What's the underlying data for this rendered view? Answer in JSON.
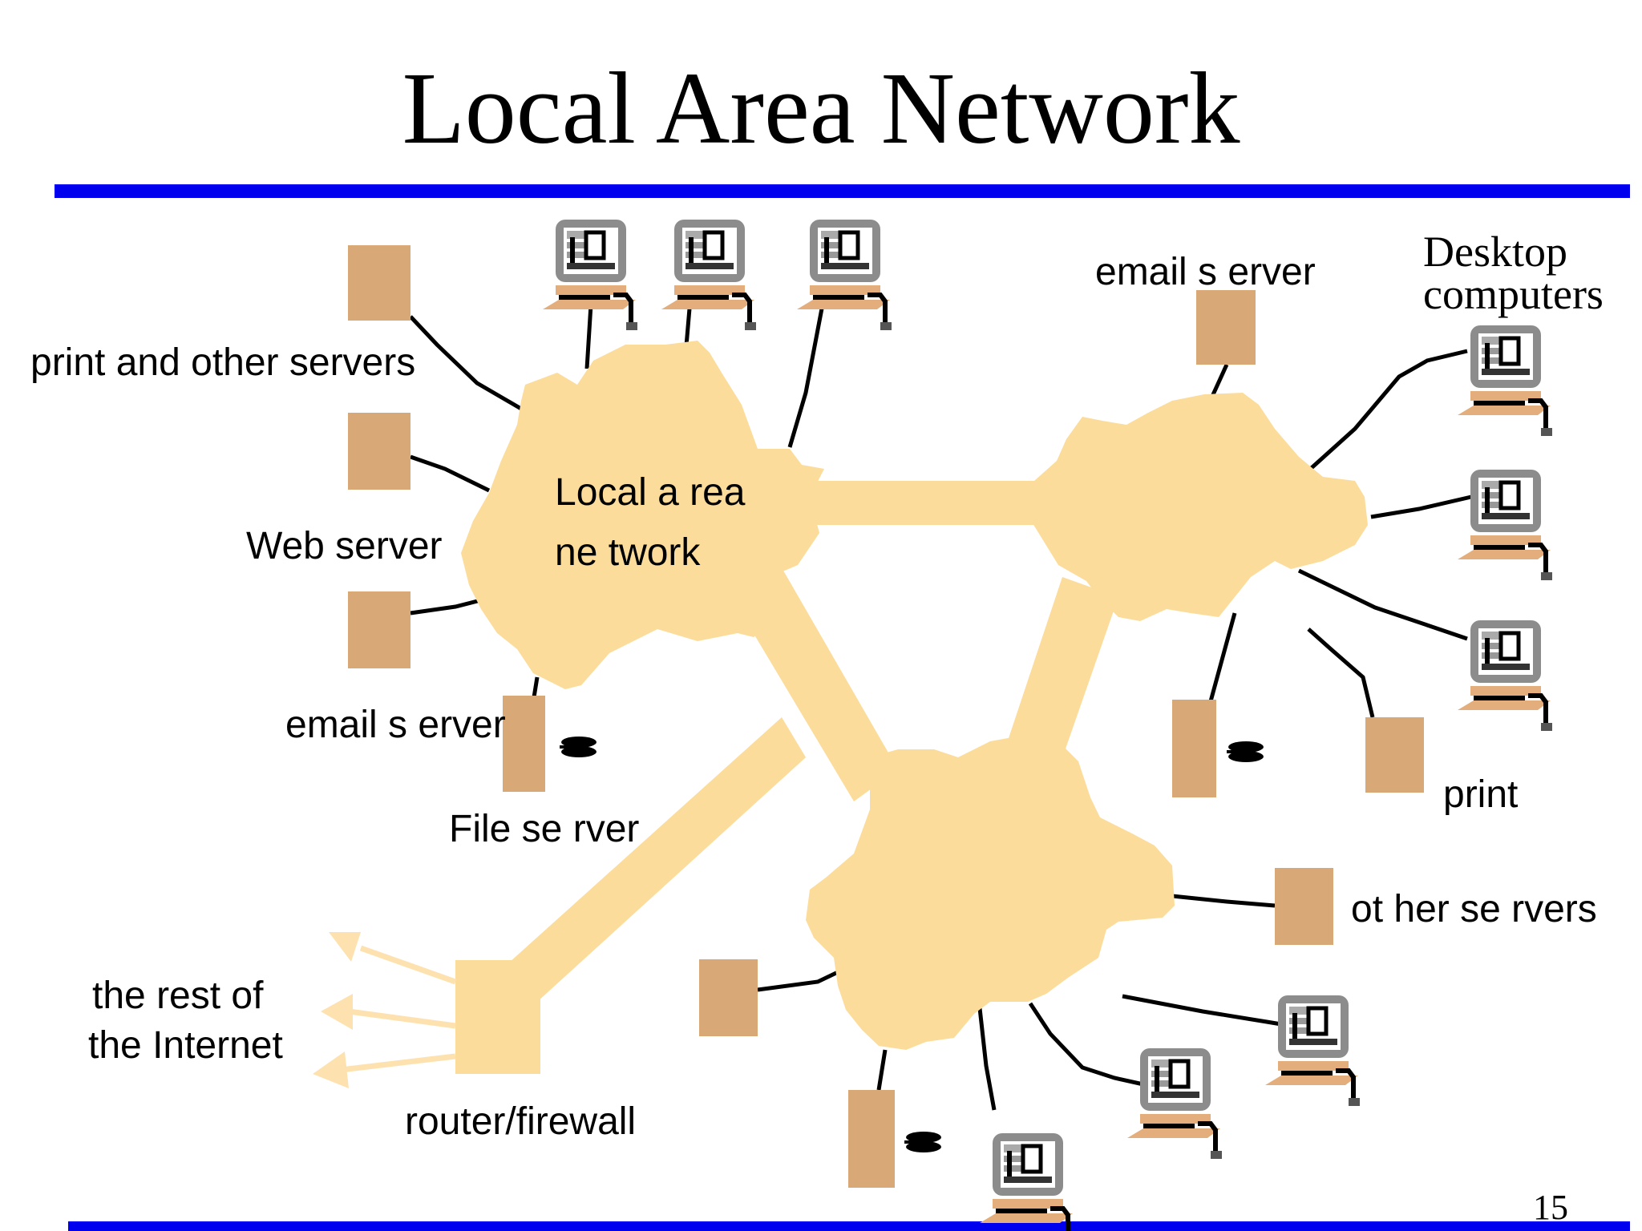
{
  "slide": {
    "title": "Local Area Network",
    "page_number": "15",
    "rule_color": "#0000ee"
  },
  "colors": {
    "network_fill": "#fcdc9a",
    "server_fill": "#d9a877",
    "cable": "#000000",
    "monitor_frame": "#8c8c8c",
    "arrow_fill": "#fde2b0"
  },
  "labels": {
    "print_other_servers": "print  and other servers",
    "web_server": "Web server",
    "email_server_left": "email s erver",
    "file_server": "File se rver",
    "lan_line1": "Local a rea",
    "lan_line2": "ne twork",
    "email_server_top": "email s erver",
    "desktop_line1": "Desktop",
    "desktop_line2": "computers",
    "print": "print",
    "other_servers": "ot her se rvers",
    "rest_line1": "the rest of",
    "rest_line2": "the Internet",
    "router": "router/firewall"
  },
  "icons": {
    "computer": "desktop-computer-icon",
    "server": "server-box-icon",
    "disk": "disk-stack-icon",
    "arrow": "arrow-icon"
  }
}
